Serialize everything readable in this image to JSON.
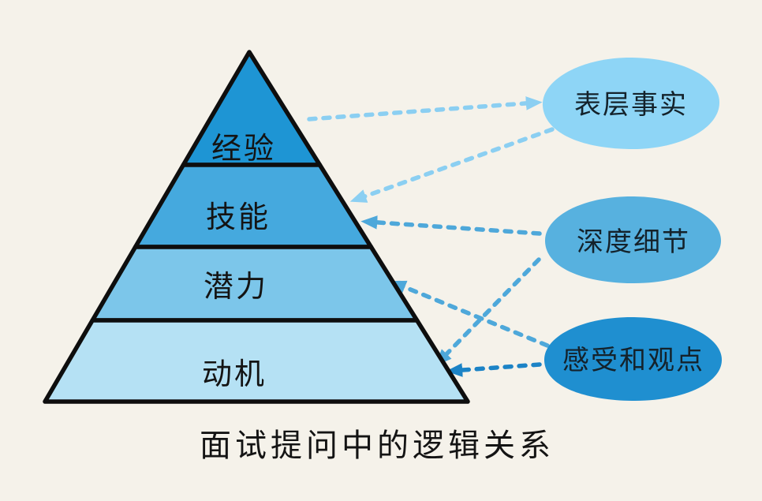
{
  "title": "面试提问中的逻辑关系",
  "pyramid": {
    "layers": [
      {
        "id": "experience",
        "label": "经验",
        "color": "#1e95d4"
      },
      {
        "id": "skill",
        "label": "技能",
        "color": "#45a9de"
      },
      {
        "id": "potential",
        "label": "潜力",
        "color": "#7cc6ea"
      },
      {
        "id": "motivation",
        "label": "动机",
        "color": "#b5e1f4"
      }
    ]
  },
  "bubbles": [
    {
      "id": "surface-facts",
      "label": "表层事实",
      "color": "#8ed5f6"
    },
    {
      "id": "deep-details",
      "label": "深度细节",
      "color": "#57b1df"
    },
    {
      "id": "feelings-opinions",
      "label": "感受和观点",
      "color": "#1f8fd0"
    }
  ],
  "palette": {
    "connector_light": "#8bcff2",
    "connector_mid": "#4ea8da",
    "connector_dark": "#1c83c6",
    "outline": "#0e0e0e",
    "text": "#141414"
  },
  "connectors": [
    {
      "from": "经验",
      "to": "表层事实",
      "arrow_at": "bubble",
      "color": "#8bcff2"
    },
    {
      "from": "表层事实",
      "to": "技能",
      "arrow_at": "pyramid",
      "color": "#8bcff2"
    },
    {
      "from": "深度细节",
      "to": "技能",
      "arrow_at": "pyramid",
      "color": "#4ea8da"
    },
    {
      "from": "感受和观点",
      "to": "潜力",
      "arrow_at": "pyramid",
      "color": "#4ea8da"
    },
    {
      "from": "深度细节",
      "to": "动机",
      "arrow_at": "pyramid",
      "color": "#4ea8da"
    },
    {
      "from": "感受和观点",
      "to": "动机",
      "arrow_at": "pyramid",
      "color": "#1c83c6"
    }
  ]
}
